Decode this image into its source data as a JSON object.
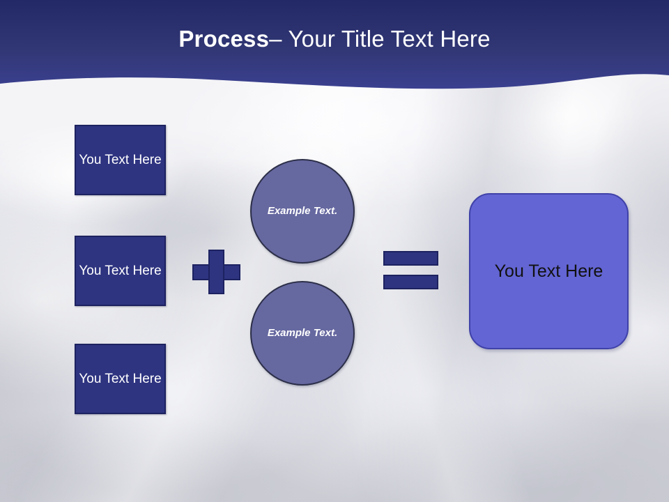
{
  "slide": {
    "title_strong": "Process",
    "title_rest": " – Your Title Text Here",
    "title_full": "Process – Your Title Text Here",
    "theme": {
      "header_top": "#232866",
      "header_bottom": "#3B4090",
      "box_fill": "#2E3480",
      "box_border": "#1d2260",
      "circle_fill": "#6668A0",
      "circle_border": "#2c2f48",
      "result_fill": "#6365D4",
      "result_border": "#3f41a8",
      "background": "#d2d3d9",
      "title_color": "#ffffff"
    }
  },
  "diagram": {
    "inputs": [
      {
        "label": "You Text Here"
      },
      {
        "label": "You Text Here"
      },
      {
        "label": "You Text Here"
      }
    ],
    "operator_plus": "plus-sign",
    "middles": [
      {
        "label": "Example Text."
      },
      {
        "label": "Example Text."
      }
    ],
    "operator_equals": "equals-sign",
    "result": {
      "label": "You Text Here"
    }
  }
}
